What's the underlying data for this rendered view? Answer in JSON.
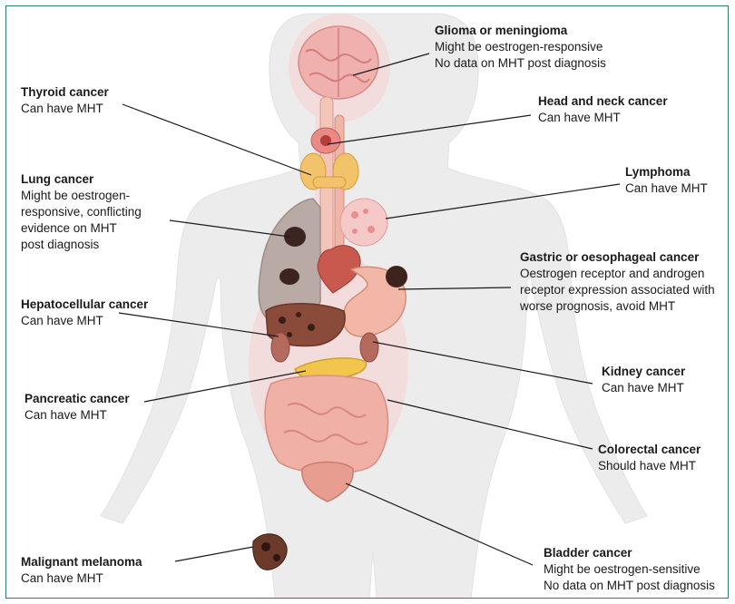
{
  "labels": {
    "glioma": {
      "title": "Glioma or meningioma",
      "text": "Might be oestrogen-responsive\nNo data on MHT post diagnosis"
    },
    "thyroid": {
      "title": "Thyroid cancer",
      "text": "Can have MHT"
    },
    "head_neck": {
      "title": "Head and neck cancer",
      "text": "Can have MHT"
    },
    "lung": {
      "title": "Lung cancer",
      "text": "Might be oestrogen-\nresponsive, conflicting\nevidence on MHT\npost diagnosis"
    },
    "lymphoma": {
      "title": "Lymphoma",
      "text": "Can have MHT"
    },
    "gastric": {
      "title": "Gastric or oesophageal cancer",
      "text": "Oestrogen receptor and androgen\nreceptor expression associated with\nworse prognosis, avoid MHT"
    },
    "hepato": {
      "title": "Hepatocellular cancer",
      "text": "Can have MHT"
    },
    "kidney": {
      "title": "Kidney cancer",
      "text": "Can have MHT"
    },
    "pancreatic": {
      "title": "Pancreatic cancer",
      "text": "Can have MHT"
    },
    "colorectal": {
      "title": "Colorectal cancer",
      "text": "Should have MHT"
    },
    "melanoma": {
      "title": "Malignant melanoma",
      "text": "Can have MHT"
    },
    "bladder": {
      "title": "Bladder cancer",
      "text": "Might be oestrogen-sensitive\nNo data on MHT post diagnosis"
    }
  },
  "colors": {
    "frame": "#2e7d6b",
    "body_silhouette": "#ececec",
    "organ_pink": "#f3b3b0",
    "organ_glow": "#f7cfcf",
    "tumour": "#4a2a22",
    "liver": "#8a4b3a",
    "pancreas": "#f2c64c",
    "lung": "#b9aaa6"
  }
}
